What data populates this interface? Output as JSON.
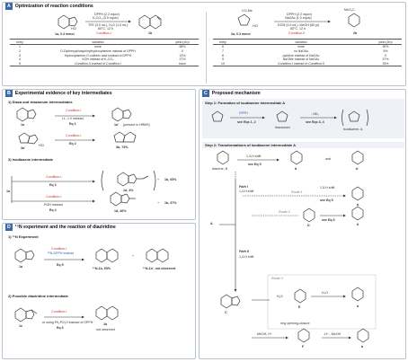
{
  "panelA": {
    "letter": "A",
    "title": "Optimization of reaction conditions",
    "left": {
      "reagent1": "DPPH (2.2 equiv)",
      "reagent2": "K₂CO₃ (3.5 equiv)",
      "cond1": "TFE (3.0 mL), H₂O (1.0 mL)",
      "cond2": "60°C, 12 h",
      "condition_label": "Condition-I",
      "sm_label": "1a, 0.3 mmol",
      "hcl": "HCl",
      "product_label": "1b",
      "headers": [
        "entry",
        "variation",
        "yield (1b)²"
      ],
      "rows": [
        [
          "1",
          "none",
          "68%"
        ],
        [
          "2",
          "O-Diphenylphosphinylhydroxylamine instead of DPPH",
          "0"
        ],
        [
          "3",
          "Hydroxylamine-O-sulfonic acid instead of DPPH",
          "13%"
        ],
        [
          "4",
          "KOH instead of K₂CO₃",
          "27%"
        ],
        [
          "5",
          "Condition-II instead of Condition-I",
          "trace"
        ]
      ]
    },
    "right": {
      "reagent1": "DPPH (2.2 equiv)",
      "reagent2": "NaOAc (1.0 equiv)",
      "cond1": "DCM (3.0 mL), MeOH (60 µl)",
      "cond2": "60°C, 12 h",
      "condition_label": "Condition-II",
      "sm_label": "2a, 0.3 mmol",
      "ester": "CO₂Me",
      "hcl": "HCl",
      "product_ester": "MeO₂C",
      "product_label": "2b",
      "headers": [
        "entry",
        "variation",
        "yield (2b)²"
      ],
      "rows": [
        [
          "6",
          "none",
          "90%"
        ],
        [
          "7",
          "no NaOAc",
          "5%"
        ],
        [
          "8",
          "pyridine instead of NaOAc",
          "0"
        ],
        [
          "9",
          "NaOMe instead of NaOAc",
          "37%"
        ],
        [
          "10",
          "Condition-I instead of Condition-II",
          "33%"
        ]
      ]
    }
  },
  "panelB": {
    "letter": "B",
    "title": "Experimental evidence of key intermediates",
    "s1": "1) Diaza and triazanium intermediates",
    "s2": "2) Isodiazene intermediate",
    "eq1": {
      "cond": "Condition-I",
      "sub": "r.t., 1 h instead",
      "label": "Eq 1",
      "sm": "1a",
      "product": "1a'",
      "note": "(present in HRMS)"
    },
    "eq2": {
      "cond": "Condition-I",
      "label": "Eq 2",
      "sm": "3a'",
      "hcl": "HCl",
      "product": "3b, 73%"
    },
    "eq3": {
      "cond": "Condition-I",
      "label": "Eq 3",
      "product1": "1d, 3%",
      "product2": "1b, 65%"
    },
    "eq4": {
      "cond": "Condition-I",
      "sub": "ROH instead",
      "label": "Eq 4",
      "product1": "1d, 46%",
      "product2": "1b, 37%"
    },
    "sm": "1a"
  },
  "panelC": {
    "letter": "C",
    "title": "Proposed mechanism",
    "step1": "Step 1: Formation of isodiazene intermediate A",
    "step2": "Step 2: Transformations of isodiazene intermediate A",
    "labels": {
      "dpph": "DPPH",
      "see_eq12": "see Eqs 1, 2",
      "triazanium": "triazanium",
      "nh3": "- NH₃",
      "see_eq34": "see Eqs 3, 4",
      "isodiazene": "isodiazene, A",
      "a_label": "A",
      "diazene": "diazene, B",
      "shift13": "1,3-H shift",
      "see_eq5": "see Eq 5",
      "and": "and",
      "b_prime": "b'",
      "b_label": "b",
      "path1": "Path I",
      "path1_sub": "1,3-H shift",
      "shift15": "1,5-H shift",
      "route1": "Route 1",
      "route2": "Route 2",
      "route3": "Route 3",
      "d_label": "D",
      "see_eq6": "see Eq 6",
      "path2": "Path II",
      "path2_sub": "1,3-H shift",
      "c_label": "C",
      "h2o": "H₂O",
      "h2o_2": "H₂O",
      "e_label": "E",
      "ring": "ring opening-closure",
      "meoh": "MeOH, H⁺",
      "f_label": "F",
      "minus": "-H⁺, -MeOH",
      "b_final": "b"
    }
  },
  "panelD": {
    "letter": "D",
    "title": "¹⁵N experiment and the reaction of diaziridine",
    "s1": "1) ¹⁵N Experiment",
    "s2": "2) Possible diaziridine intermediate",
    "eq5": {
      "cond": "Condition-I",
      "sub1": "¹⁵N-DPPH instead",
      "label": "Eq 5",
      "sm": "1a",
      "product1": "¹⁵N-1b, 65%",
      "product2": "¹⁵N-1b', not observed",
      "plus": "+"
    },
    "eq6": {
      "cond": "Condition-I",
      "sub1": "or using Ph₂PO₂H instead of DPPH",
      "label": "Eq 6",
      "sm": "1e",
      "product": "1b",
      "result": "not observed"
    }
  }
}
